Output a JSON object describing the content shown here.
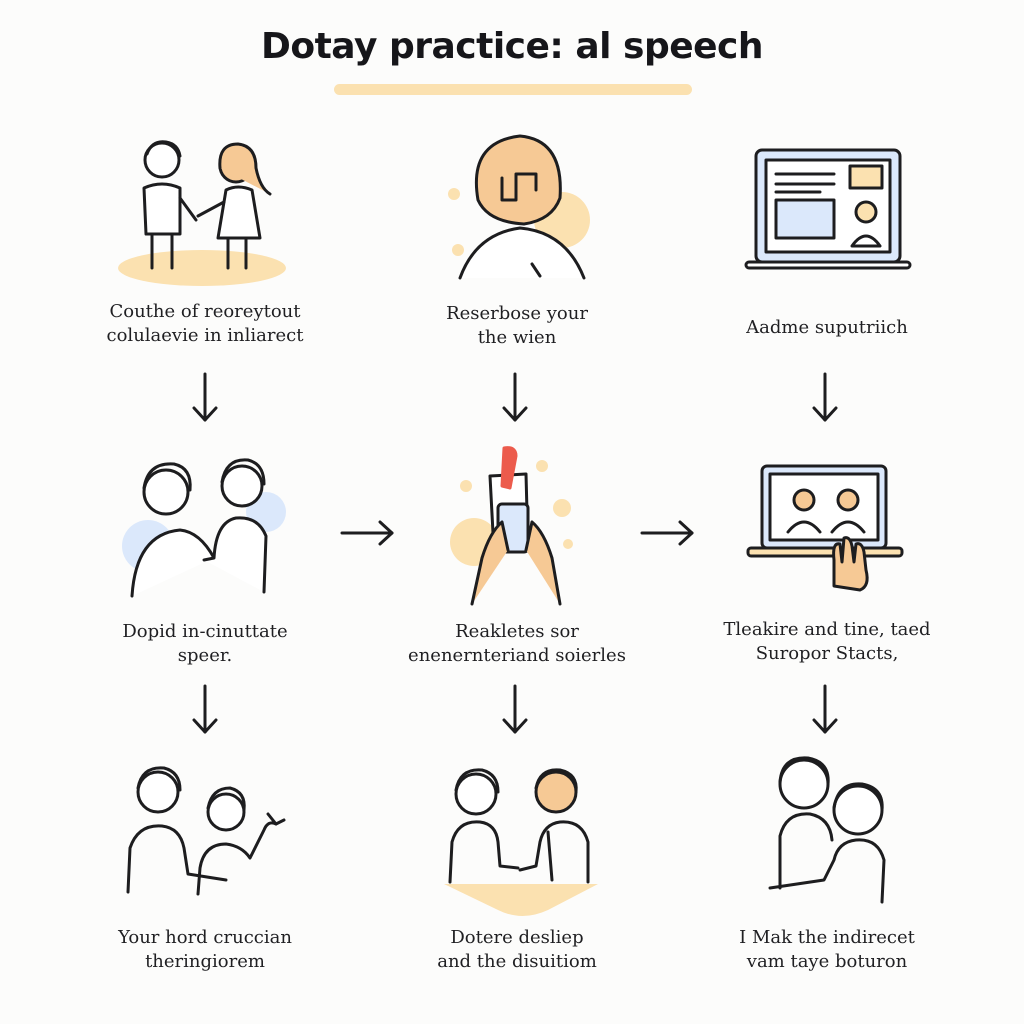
{
  "title": "Dotay practice: al speech",
  "colors": {
    "accent_peach": "#fbe1b0",
    "accent_blue": "#dbe8fb",
    "accent_red": "#ec5b4c",
    "ink": "#1d1d1f"
  },
  "steps": [
    {
      "id": "r1c1",
      "icon": "two-people-handshake-icon",
      "caption_lines": [
        "Couthe of reoreytout",
        "colulaevie in inliarect"
      ]
    },
    {
      "id": "r1c2",
      "icon": "person-bob-hair-icon",
      "caption_lines": [
        "Reserbose your",
        "the wien"
      ]
    },
    {
      "id": "r1c3",
      "icon": "laptop-video-call-icon",
      "caption_lines": [
        "Aadme suputriich"
      ]
    },
    {
      "id": "r2c1",
      "icon": "people-embrace-icon",
      "caption_lines": [
        "Dopid in-cinuttate",
        "speer."
      ]
    },
    {
      "id": "r2c2",
      "icon": "hands-holding-phone-icon",
      "caption_lines": [
        "Reakletes sor",
        "enenernteriand soierles"
      ]
    },
    {
      "id": "r2c3",
      "icon": "laptop-two-faces-icon",
      "caption_lines": [
        "Tleakire and tine, taed",
        "Suropor Stacts,"
      ]
    },
    {
      "id": "r3c1",
      "icon": "two-people-wave-icon",
      "caption_lines": [
        "Your hord cruccian",
        "theringiorem"
      ]
    },
    {
      "id": "r3c2",
      "icon": "two-people-shaking-hands-icon",
      "caption_lines": [
        "Dotere desliep",
        "and the disuitiom"
      ]
    },
    {
      "id": "r3c3",
      "icon": "people-hug-icon",
      "caption_lines": [
        "I Mak the indirecet",
        "vam taye boturon"
      ]
    }
  ]
}
